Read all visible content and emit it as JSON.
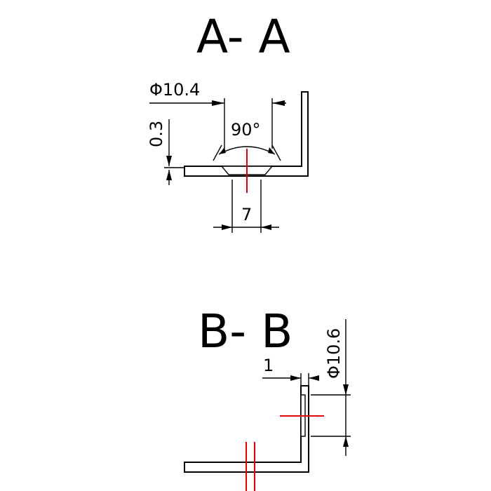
{
  "section_a": {
    "title": "A- A",
    "dims": {
      "diameter": "Φ10.4",
      "angle": "90°",
      "thickness": "0.3",
      "width": "7"
    }
  },
  "section_b": {
    "title": "B- B",
    "dims": {
      "diameter": "Φ10.6",
      "thickness": "1"
    }
  },
  "colors": {
    "centerline": "#e00000",
    "line": "#000000"
  }
}
